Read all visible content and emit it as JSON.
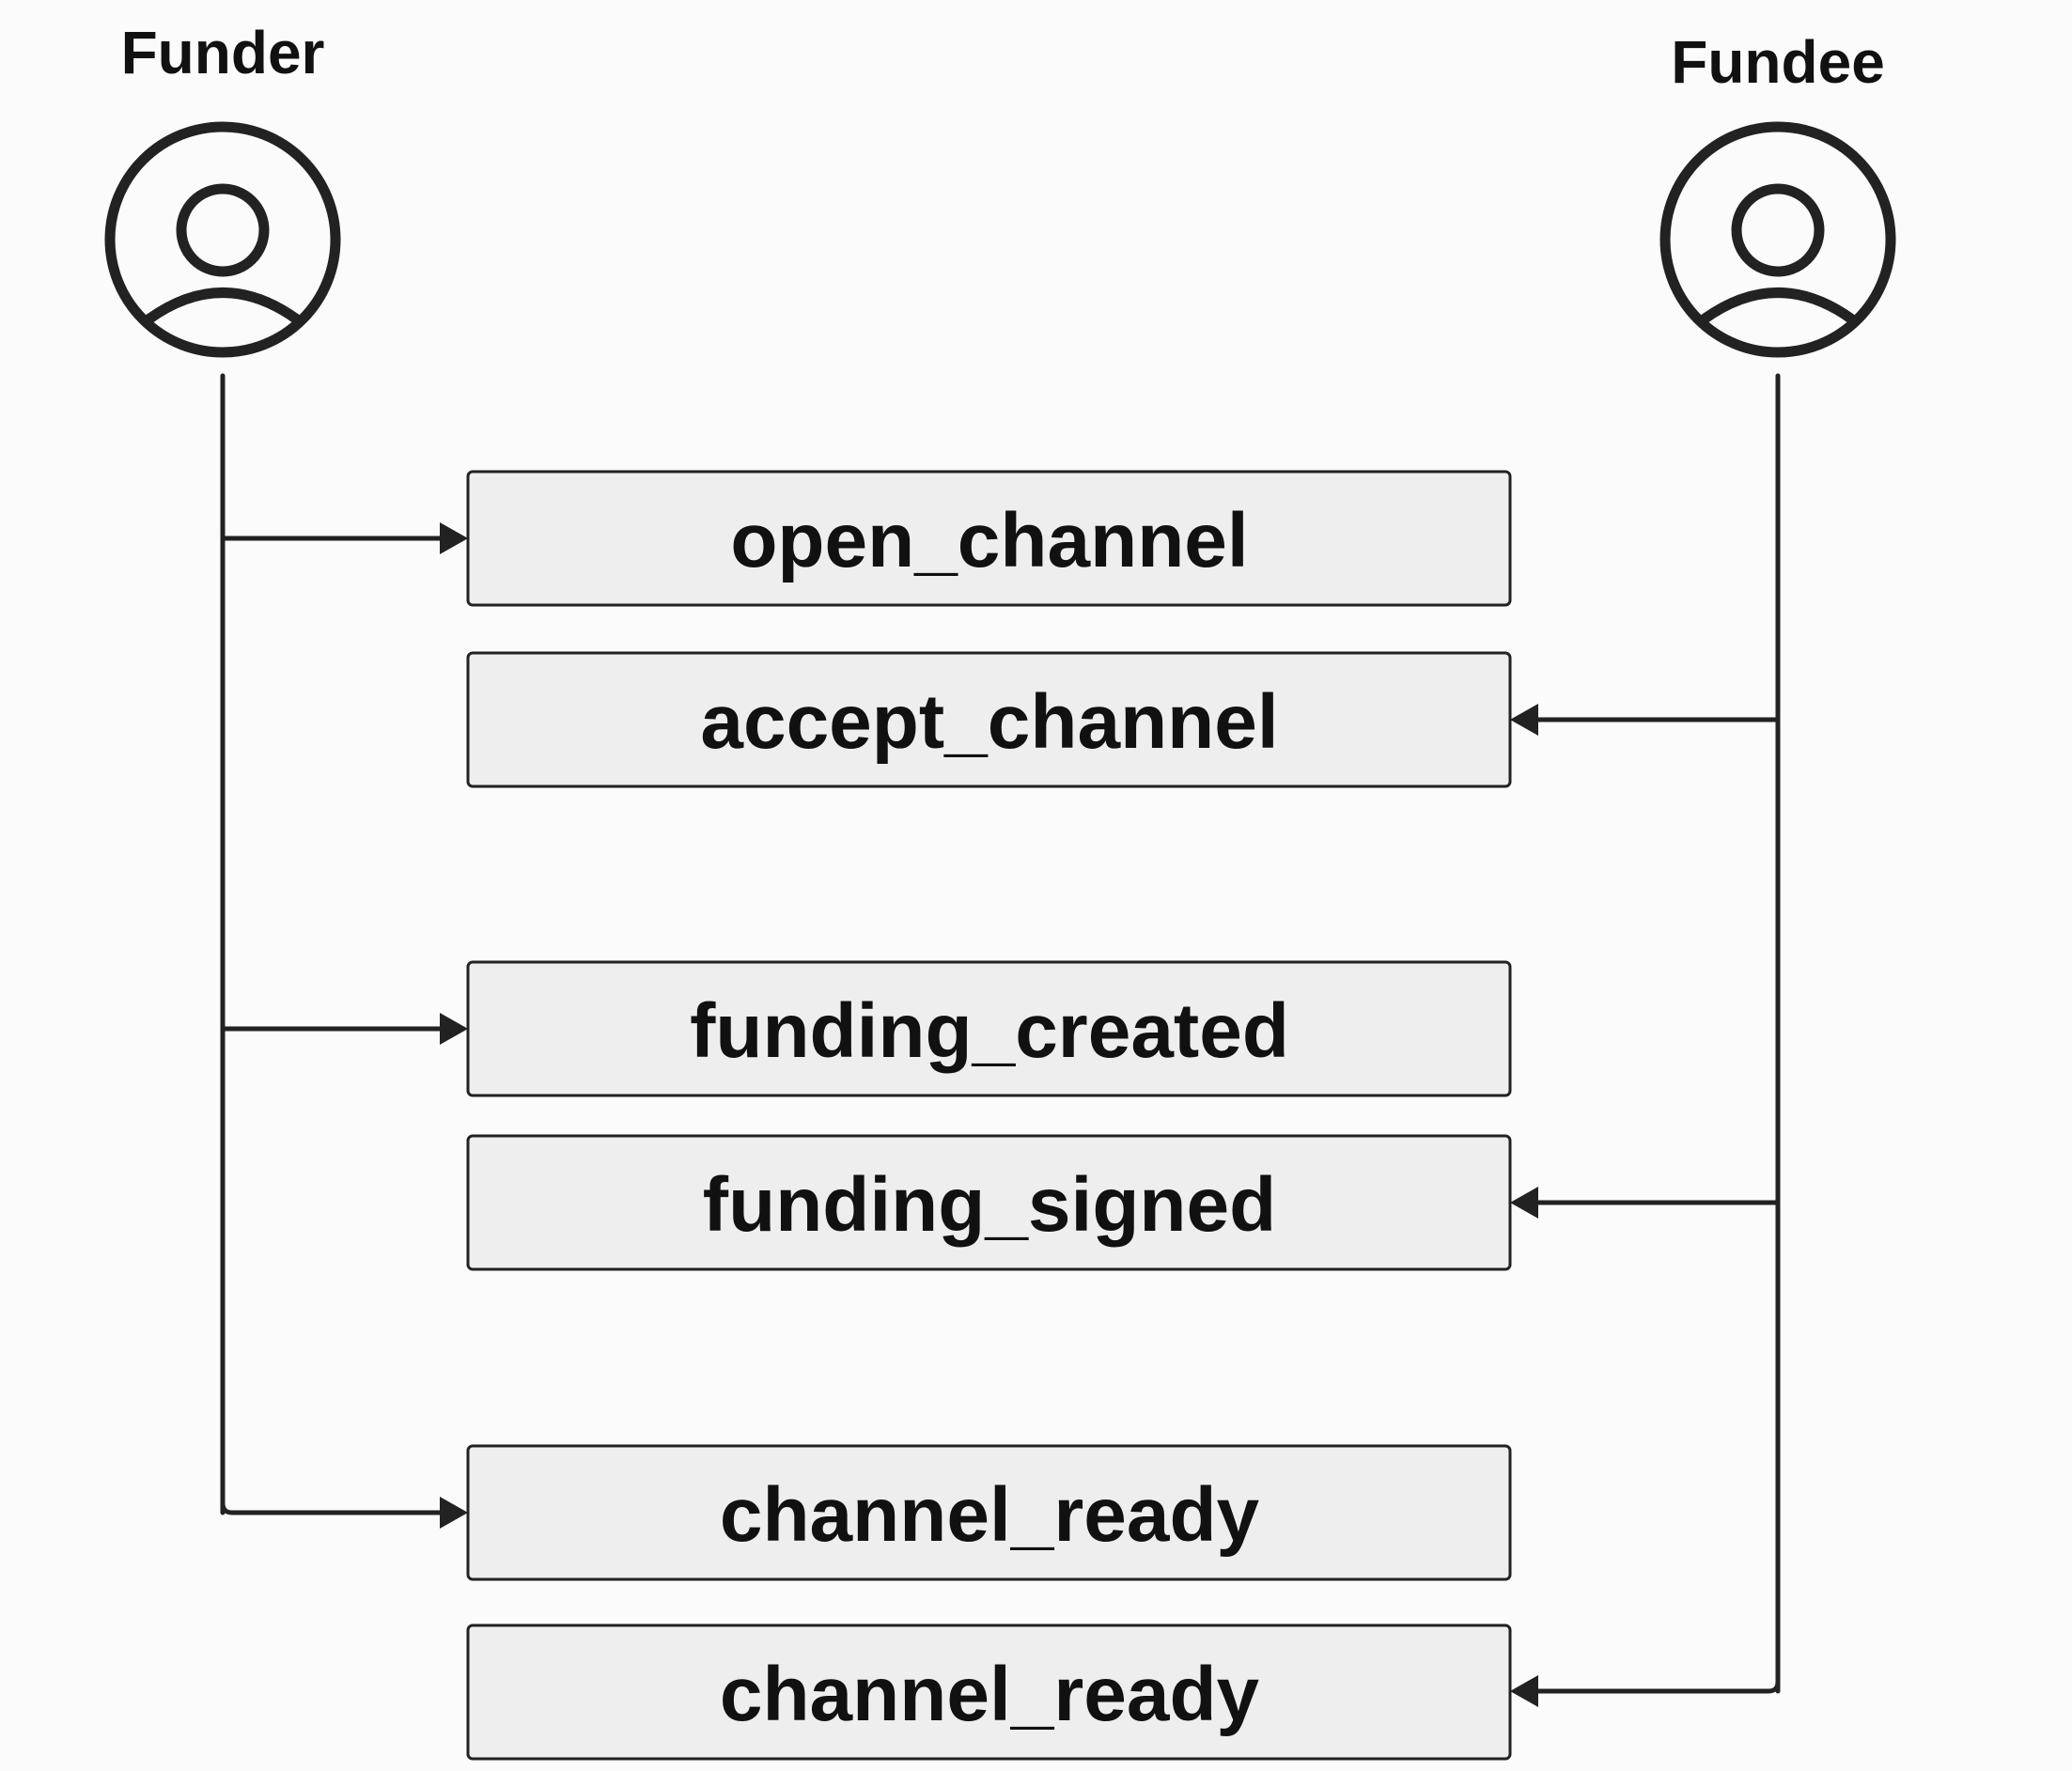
{
  "actors": [
    {
      "id": "funder",
      "label": "Funder",
      "icon": "user-circle-icon"
    },
    {
      "id": "fundee",
      "label": "Fundee",
      "icon": "user-circle-icon"
    }
  ],
  "messages": [
    {
      "label": "open_channel",
      "from": "funder",
      "to": "fundee"
    },
    {
      "label": "accept_channel",
      "from": "fundee",
      "to": "funder"
    },
    {
      "label": "funding_created",
      "from": "funder",
      "to": "fundee"
    },
    {
      "label": "funding_signed",
      "from": "fundee",
      "to": "funder"
    },
    {
      "label": "channel_ready",
      "from": "funder",
      "to": "fundee"
    },
    {
      "label": "channel_ready",
      "from": "fundee",
      "to": "funder"
    }
  ],
  "colors": {
    "background": "#fbfbfb",
    "box_fill": "#eeeeee",
    "stroke": "#222222",
    "text": "#111111"
  }
}
